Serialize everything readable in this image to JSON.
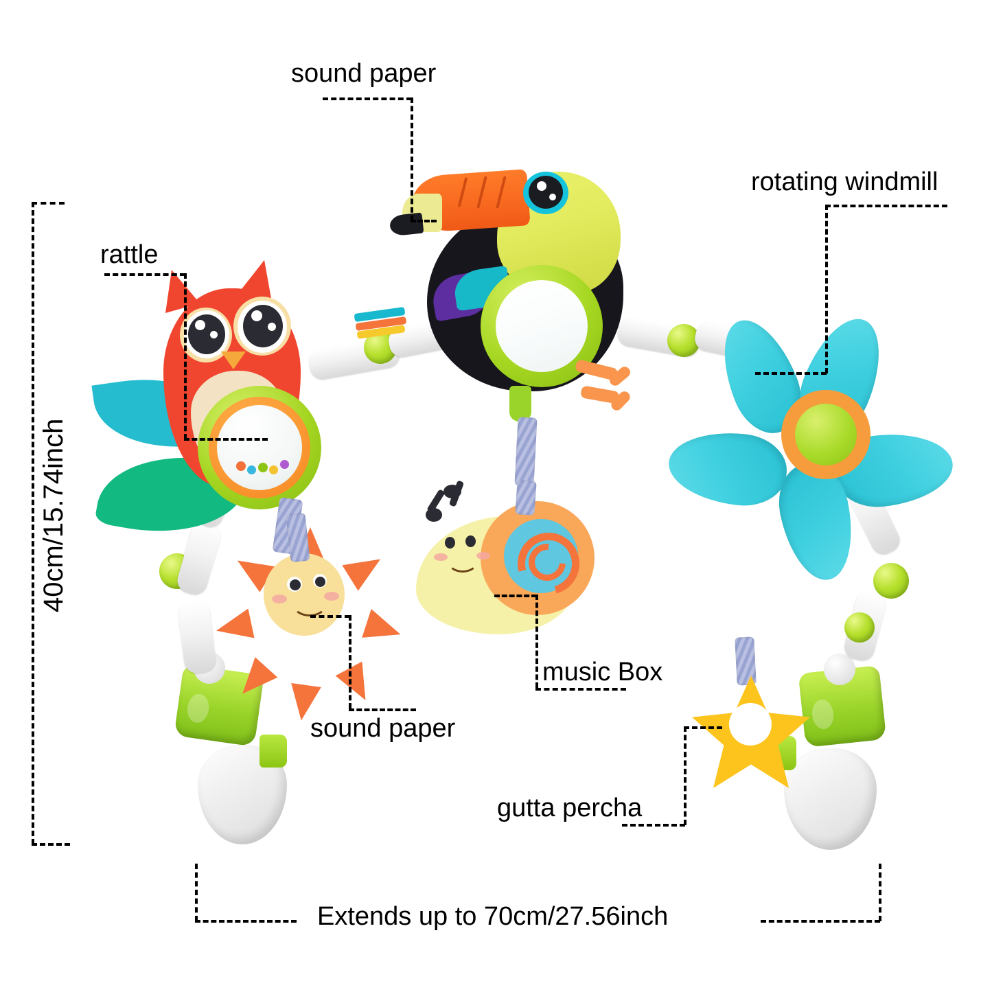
{
  "image": {
    "subject": "baby stroller arch activity toy",
    "background_color": "#ffffff",
    "annotation_color": "#000000"
  },
  "annotations": [
    {
      "id": "sound-paper-top",
      "label": "sound paper",
      "points_to": "toucan beak"
    },
    {
      "id": "rattle",
      "label": "rattle",
      "points_to": "owl rattle ring"
    },
    {
      "id": "rotating-windmill",
      "label": "rotating windmill",
      "points_to": "blue flower windmill"
    },
    {
      "id": "sound-paper-bottom",
      "label": "sound paper",
      "points_to": "sun plush"
    },
    {
      "id": "music-box",
      "label": "music Box",
      "points_to": "snail plush"
    },
    {
      "id": "gutta-percha",
      "label": "gutta percha",
      "points_to": "yellow star teether"
    }
  ],
  "dimensions": {
    "height_label": "40cm/15.74inch",
    "width_label": "Extends up to 70cm/27.56inch"
  },
  "parts": {
    "owl": {
      "name": "owl plush",
      "colors": [
        "#f0452e",
        "#f3e3c4",
        "#f7dfa6"
      ]
    },
    "toucan": {
      "name": "toucan plush with mirror",
      "colors": [
        "#16161c",
        "#e9f06b",
        "#ff7c2a",
        "#9ad32a"
      ]
    },
    "sun": {
      "name": "sun plush",
      "colors": [
        "#f4743c",
        "#f8e09a"
      ]
    },
    "snail": {
      "name": "snail music box",
      "colors": [
        "#f6f1a8",
        "#f9a85a",
        "#5fc7e0"
      ]
    },
    "windmill": {
      "name": "rotating flower windmill",
      "colors": [
        "#3fd0e0",
        "#f79c3c",
        "#aadb2b"
      ]
    },
    "teether": {
      "name": "star gutta percha teether",
      "colors": [
        "#fcc41c"
      ]
    },
    "leaves": {
      "name": "fabric leaves",
      "colors": [
        "#25bcd0",
        "#12b981"
      ]
    },
    "arch": {
      "name": "adjustable arch bars",
      "colors": [
        "#ffffff",
        "#a4d521"
      ]
    },
    "clamps": {
      "name": "stroller clamps",
      "colors": [
        "#9ad42a",
        "#f0f0f0"
      ]
    }
  }
}
